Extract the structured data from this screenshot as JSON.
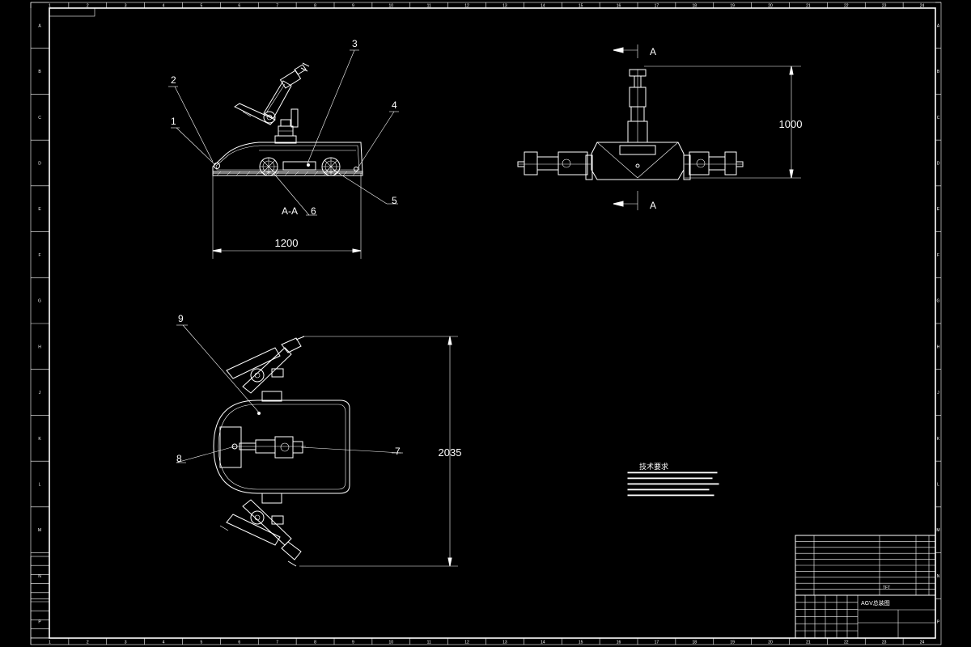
{
  "views": {
    "section_label": "A-A",
    "section_arrow_label": "A",
    "dim_length": "1200",
    "dim_height": "1000",
    "dim_width": "2035"
  },
  "callouts": [
    "1",
    "2",
    "3",
    "4",
    "5",
    "6",
    "7",
    "8",
    "9"
  ],
  "tech": {
    "title": "技术要求"
  },
  "title_block": {
    "drawing_name": "AGV总装图",
    "material": "TFT"
  },
  "border": {
    "columns": [
      "1",
      "2",
      "3",
      "4",
      "5",
      "6",
      "7",
      "8",
      "9",
      "10",
      "11",
      "12",
      "13",
      "14",
      "15",
      "16",
      "17",
      "18",
      "19",
      "20",
      "21",
      "22",
      "23",
      "24"
    ],
    "rows": [
      "A",
      "B",
      "C",
      "D",
      "E",
      "F",
      "G",
      "H",
      "J",
      "K",
      "L",
      "M",
      "N",
      "P"
    ]
  },
  "colors": {
    "background": "#000000",
    "line": "#ffffff"
  }
}
